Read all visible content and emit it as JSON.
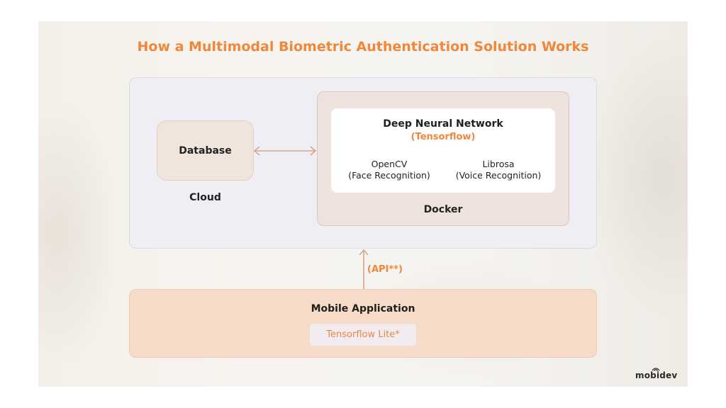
{
  "title": "How a Multimodal Biometric Authentication Solution Works",
  "cloud": {
    "label": "Cloud",
    "database": "Database",
    "docker": {
      "label": "Docker",
      "dnn": {
        "title": "Deep Neural Network",
        "framework": "(Tensorflow)",
        "opencv": {
          "name": "OpenCV",
          "desc": "(Face Recognition)"
        },
        "librosa": {
          "name": "Librosa",
          "desc": "(Voice Recognition)"
        }
      }
    }
  },
  "api_label": "(API**)",
  "mobile": {
    "title": "Mobile Application",
    "tflite": "Tensorflow Lite*"
  },
  "logo": "mobidev",
  "colors": {
    "accent": "#f0873a",
    "arrow": "#d9a487"
  }
}
